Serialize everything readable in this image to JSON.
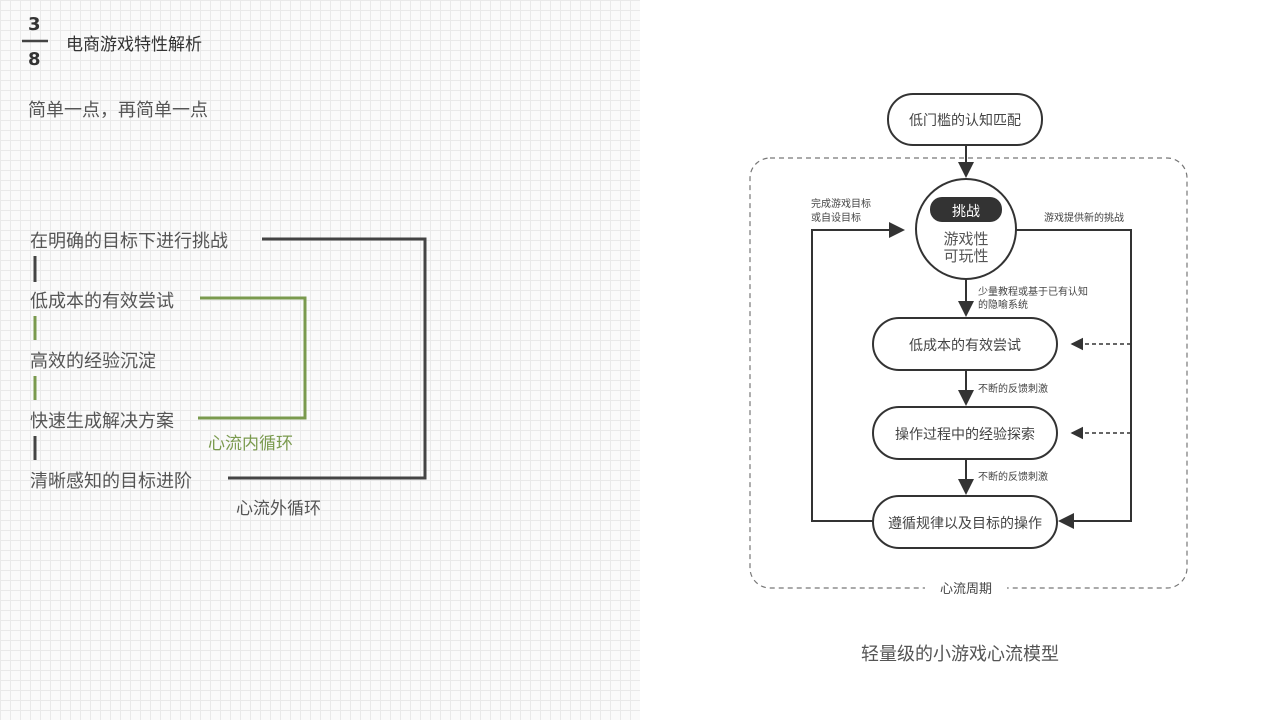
{
  "page": {
    "current": "3",
    "total": "8",
    "title": "电商游戏特性解析",
    "subtitle": "简单一点，再简单一点"
  },
  "left_diagram": {
    "items": [
      "在明确的目标下进行挑战",
      "低成本的有效尝试",
      "高效的经验沉淀",
      "快速生成解决方案",
      "清晰感知的目标进阶"
    ],
    "inner_loop_label": "心流内循环",
    "outer_loop_label": "心流外循环",
    "colors": {
      "inner": "#7a9a4e",
      "outer": "#444444"
    }
  },
  "flow": {
    "entry": "低门槛的认知匹配",
    "core_badge": "挑战",
    "core_line1": "游戏性",
    "core_line2": "可玩性",
    "left_note_line1": "完成游戏目标",
    "left_note_line2": "或自设目标",
    "right_note": "游戏提供新的挑战",
    "tutorial_note_line1": "少量教程或基于已有认知",
    "tutorial_note_line2": "的隐喻系统",
    "steps": [
      "低成本的有效尝试",
      "操作过程中的经验探索",
      "遵循规律以及目标的操作"
    ],
    "feedback_note": "不断的反馈刺激",
    "cycle_label": "心流周期",
    "caption": "轻量级的小游戏心流模型"
  }
}
